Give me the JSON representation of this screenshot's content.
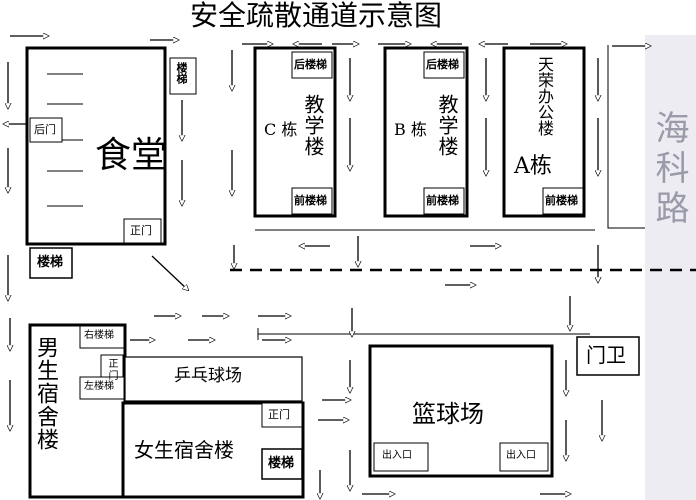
{
  "title": "安全疏散通道示意图",
  "road": "海科路",
  "canteen": {
    "name": "食堂",
    "back_door": "后门",
    "front_door": "正门",
    "stairs": "楼梯",
    "side_stairs": "楼梯"
  },
  "building_c": {
    "code": "C 栋",
    "name": "教学楼",
    "back_stairs": "后楼梯",
    "front_stairs": "前楼梯"
  },
  "building_b": {
    "code": "B 栋",
    "name": "教学楼",
    "back_stairs": "后楼梯",
    "front_stairs": "前楼梯"
  },
  "building_a": {
    "name": "天荣办公楼",
    "code": "A栋",
    "front_stairs": "前楼梯"
  },
  "gate": "门卫",
  "boys_dorm": {
    "name": "男生宿舍楼",
    "right_stairs": "右楼梯",
    "left_stairs": "左楼梯",
    "front_door": "正门"
  },
  "pingpong": "乒乓球场",
  "girls_dorm": {
    "name": "女生宿舍楼",
    "front_door": "正门",
    "stairs": "楼梯"
  },
  "basketball": {
    "name": "篮球场",
    "exit_left": "出入口",
    "exit_right": "出入口"
  },
  "colors": {
    "ink": "#000000",
    "road_text": "#9a9aa8",
    "background": "#ffffff"
  }
}
